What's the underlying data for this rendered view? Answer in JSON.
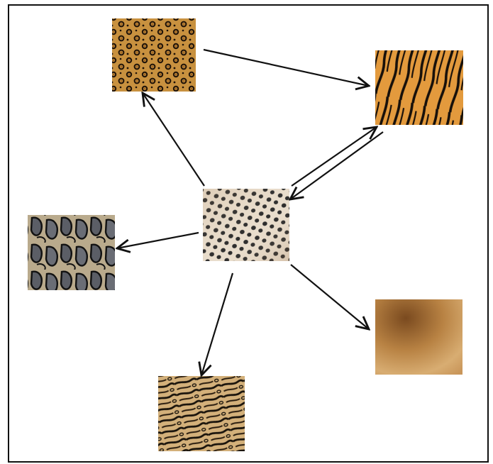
{
  "diagram": {
    "nodes": [
      {
        "id": "cheetah",
        "pattern": "cheetah-spots"
      },
      {
        "id": "leopard",
        "pattern": "leopard-rosettes"
      },
      {
        "id": "tiger",
        "pattern": "tiger-stripes"
      },
      {
        "id": "clouded",
        "pattern": "clouded-leopard-blotches"
      },
      {
        "id": "ocelot",
        "pattern": "ocelot-stripes"
      },
      {
        "id": "puma",
        "pattern": "plain-tan"
      }
    ],
    "edges": [
      {
        "from": "cheetah",
        "to": "leopard"
      },
      {
        "from": "leopard",
        "to": "tiger"
      },
      {
        "from": "cheetah",
        "to": "tiger"
      },
      {
        "from": "tiger",
        "to": "cheetah"
      },
      {
        "from": "cheetah",
        "to": "clouded"
      },
      {
        "from": "cheetah",
        "to": "ocelot"
      },
      {
        "from": "cheetah",
        "to": "puma"
      }
    ]
  }
}
